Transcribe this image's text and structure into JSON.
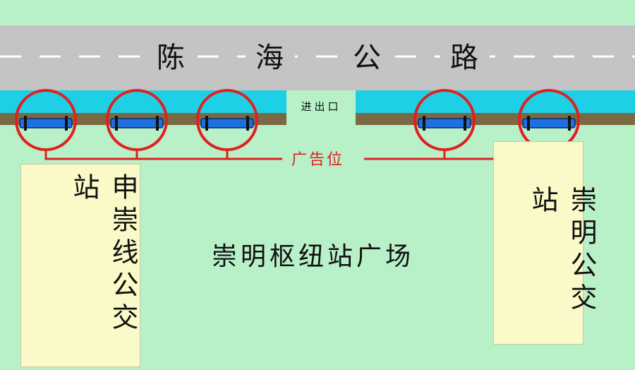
{
  "road": {
    "name_chars": [
      "陈",
      "海",
      "公",
      "路"
    ]
  },
  "entrance_label": "进出口",
  "ad_label": "广告位",
  "bus_stops": {
    "left": "申崇线公交站",
    "right": "崇明公交站"
  },
  "plaza_label": "崇明枢纽站广场",
  "colors": {
    "background": "#b8f0c8",
    "road": "#c4c4c4",
    "sidewalk": "#1ed0e6",
    "soil": "#7a6a44",
    "ad_circle": "#e02020",
    "bench": "#1e6fe0",
    "stop_panel": "#fafac8"
  },
  "icons": [
    "ad-position-circle",
    "bench-icon"
  ]
}
